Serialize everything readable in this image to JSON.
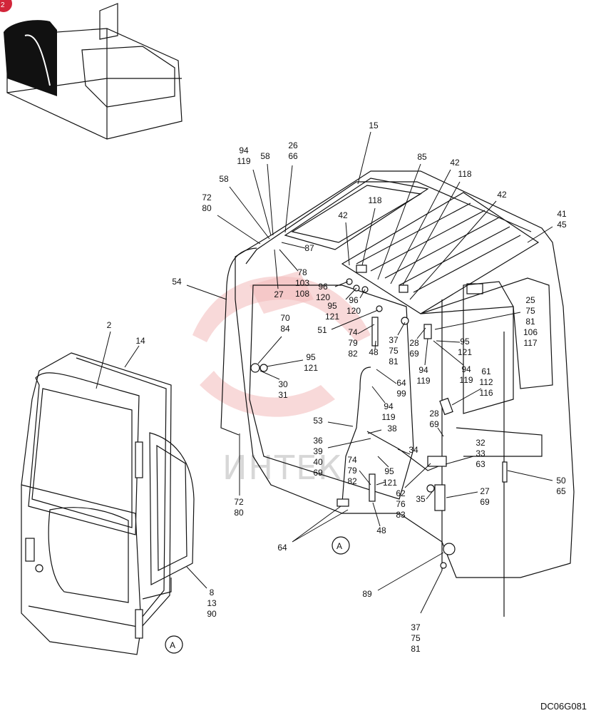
{
  "page_badge": "2",
  "drawing_code": "DC06G081",
  "watermark": "ИНТЕК",
  "view_marker": "A",
  "callouts": [
    {
      "id": "c-2",
      "lines": [
        "2"
      ]
    },
    {
      "id": "c-14",
      "lines": [
        "14"
      ]
    },
    {
      "id": "c-8",
      "lines": [
        "8",
        "13",
        "90"
      ]
    },
    {
      "id": "c-15",
      "lines": [
        "15"
      ]
    },
    {
      "id": "c-94a",
      "lines": [
        "94",
        "119"
      ]
    },
    {
      "id": "c-58a",
      "lines": [
        "58"
      ]
    },
    {
      "id": "c-26",
      "lines": [
        "26",
        "66"
      ]
    },
    {
      "id": "c-58b",
      "lines": [
        "58"
      ]
    },
    {
      "id": "c-72a",
      "lines": [
        "72",
        "80"
      ]
    },
    {
      "id": "c-87",
      "lines": [
        "87"
      ]
    },
    {
      "id": "c-78",
      "lines": [
        "78",
        "103",
        "108"
      ]
    },
    {
      "id": "c-27a",
      "lines": [
        "27"
      ]
    },
    {
      "id": "c-54",
      "lines": [
        "54"
      ]
    },
    {
      "id": "c-42a",
      "lines": [
        "42"
      ]
    },
    {
      "id": "c-118a",
      "lines": [
        "118"
      ]
    },
    {
      "id": "c-85",
      "lines": [
        "85"
      ]
    },
    {
      "id": "c-42b",
      "lines": [
        "42"
      ]
    },
    {
      "id": "c-118b",
      "lines": [
        "118"
      ]
    },
    {
      "id": "c-42c",
      "lines": [
        "42"
      ]
    },
    {
      "id": "c-41",
      "lines": [
        "41",
        "45"
      ]
    },
    {
      "id": "c-96a",
      "lines": [
        "96",
        "120"
      ]
    },
    {
      "id": "c-95a",
      "lines": [
        "95",
        "121"
      ]
    },
    {
      "id": "c-96b",
      "lines": [
        "96",
        "120"
      ]
    },
    {
      "id": "c-70",
      "lines": [
        "70",
        "84"
      ]
    },
    {
      "id": "c-51",
      "lines": [
        "51"
      ]
    },
    {
      "id": "c-74a",
      "lines": [
        "74",
        "79",
        "82"
      ]
    },
    {
      "id": "c-48a",
      "lines": [
        "48"
      ]
    },
    {
      "id": "c-37a",
      "lines": [
        "37",
        "75",
        "81"
      ]
    },
    {
      "id": "c-28a",
      "lines": [
        "28",
        "69"
      ]
    },
    {
      "id": "c-25",
      "lines": [
        "25",
        "75",
        "81",
        "106",
        "117"
      ]
    },
    {
      "id": "c-95b",
      "lines": [
        "95",
        "121"
      ]
    },
    {
      "id": "c-95c",
      "lines": [
        "95",
        "121"
      ]
    },
    {
      "id": "c-30",
      "lines": [
        "30",
        "31"
      ]
    },
    {
      "id": "c-64a",
      "lines": [
        "64",
        "99"
      ]
    },
    {
      "id": "c-94b",
      "lines": [
        "94",
        "119"
      ]
    },
    {
      "id": "c-94c",
      "lines": [
        "94",
        "119"
      ]
    },
    {
      "id": "c-61",
      "lines": [
        "61",
        "112",
        "116"
      ]
    },
    {
      "id": "c-94d",
      "lines": [
        "94",
        "119"
      ]
    },
    {
      "id": "c-38",
      "lines": [
        "38"
      ]
    },
    {
      "id": "c-28b",
      "lines": [
        "28",
        "69"
      ]
    },
    {
      "id": "c-53",
      "lines": [
        "53"
      ]
    },
    {
      "id": "c-36",
      "lines": [
        "36",
        "39",
        "40",
        "69"
      ]
    },
    {
      "id": "c-34",
      "lines": [
        "34"
      ]
    },
    {
      "id": "c-32",
      "lines": [
        "32",
        "33",
        "63"
      ]
    },
    {
      "id": "c-95d",
      "lines": [
        "95"
      ]
    },
    {
      "id": "c-74b",
      "lines": [
        "74",
        "79",
        "82"
      ]
    },
    {
      "id": "c-121",
      "lines": [
        "121"
      ]
    },
    {
      "id": "c-62",
      "lines": [
        "62",
        "76",
        "83"
      ]
    },
    {
      "id": "c-35",
      "lines": [
        "35"
      ]
    },
    {
      "id": "c-27b",
      "lines": [
        "27",
        "69"
      ]
    },
    {
      "id": "c-50",
      "lines": [
        "50",
        "65"
      ]
    },
    {
      "id": "c-72b",
      "lines": [
        "72",
        "80"
      ]
    },
    {
      "id": "c-48b",
      "lines": [
        "48"
      ]
    },
    {
      "id": "c-64b",
      "lines": [
        "64"
      ]
    },
    {
      "id": "c-89",
      "lines": [
        "89"
      ]
    },
    {
      "id": "c-37b",
      "lines": [
        "37",
        "75",
        "81"
      ]
    }
  ]
}
